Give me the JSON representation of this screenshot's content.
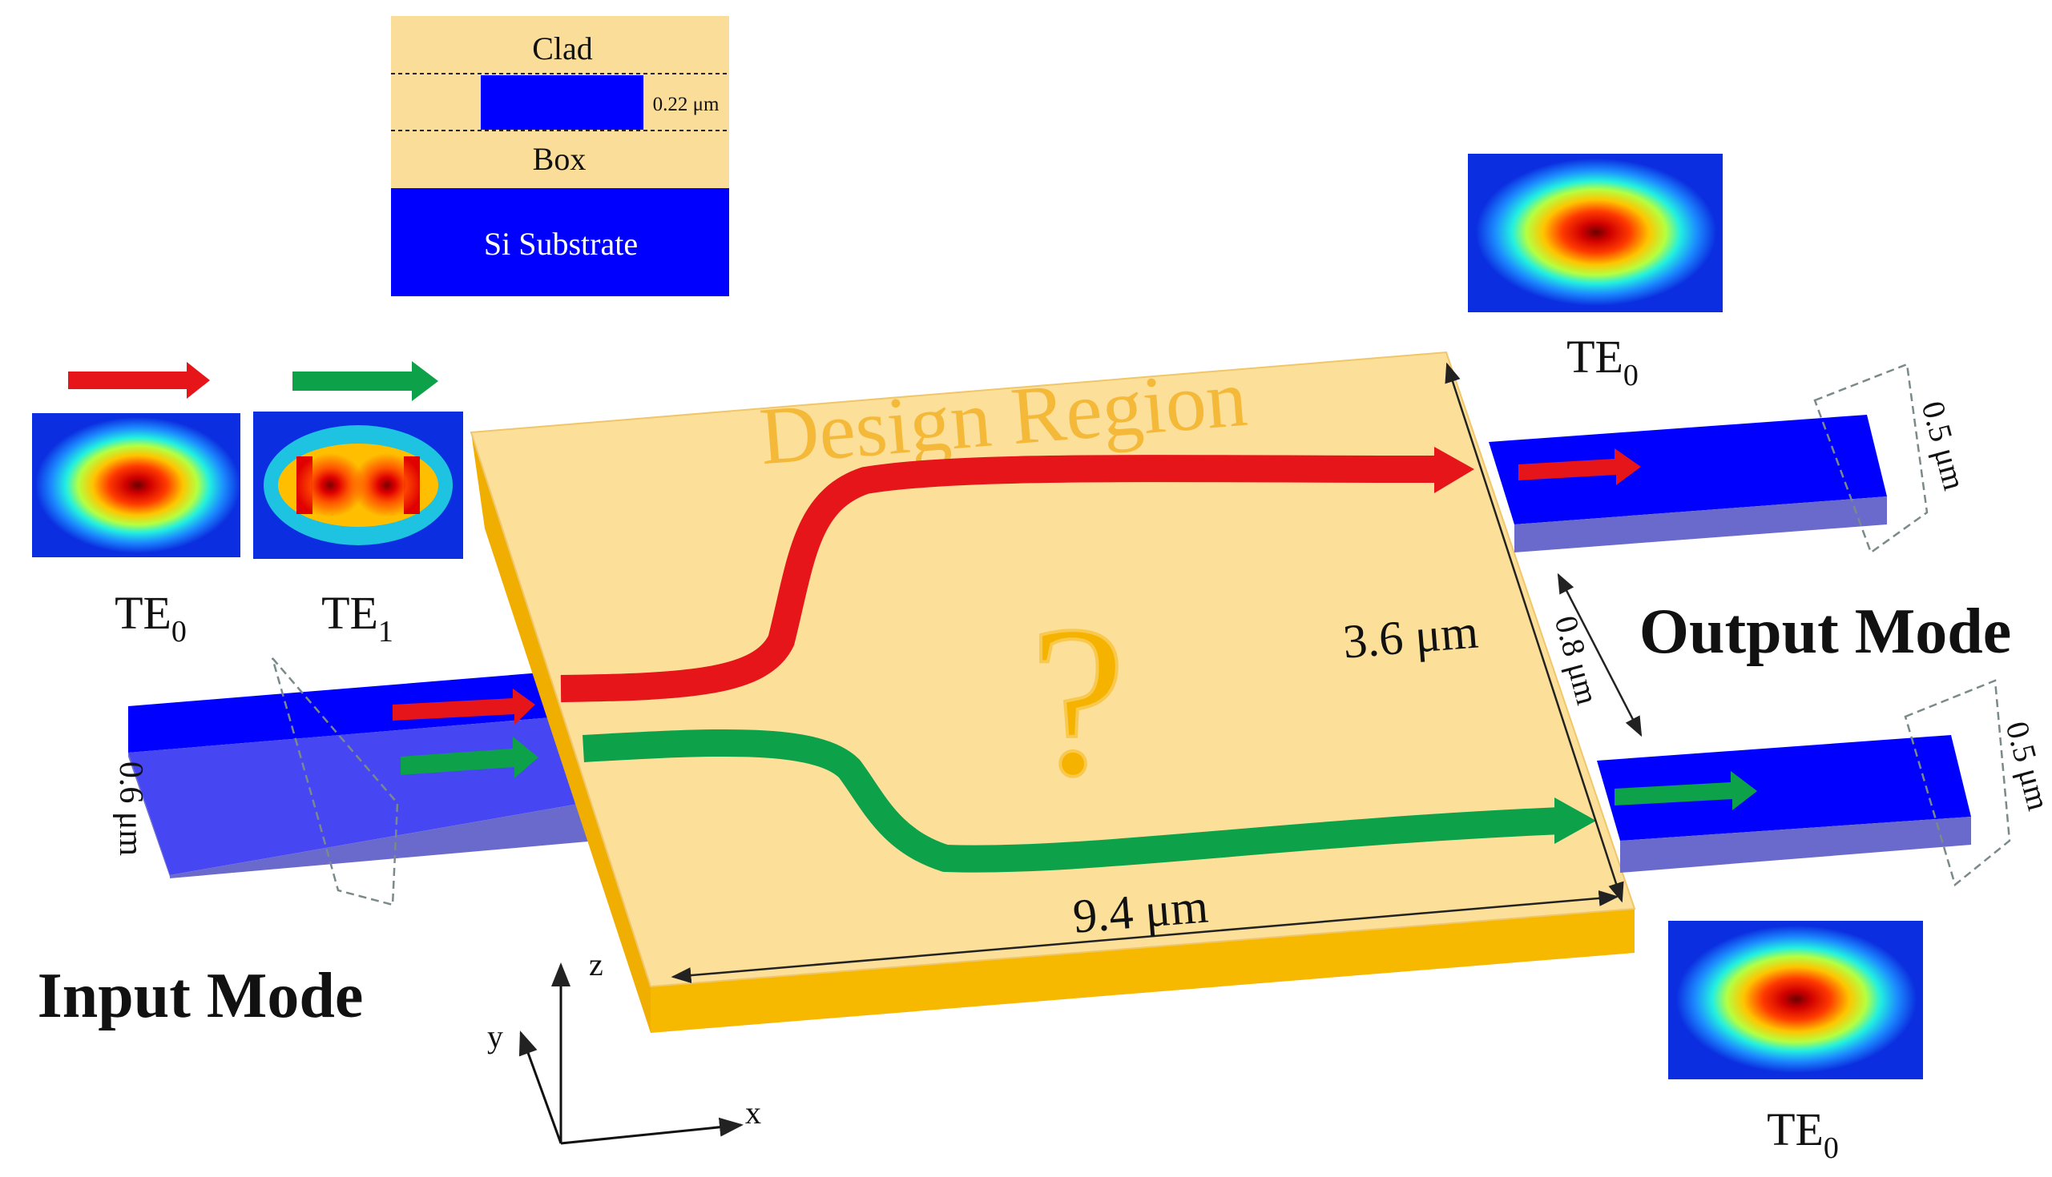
{
  "cross_section": {
    "clad_label": "Clad",
    "thickness_label": "0.22 μm",
    "box_label": "Box",
    "substrate_label": "Si Substrate",
    "colors": {
      "oxide": "#FBDD9A",
      "silicon": "#0000FF"
    }
  },
  "input_modes": [
    {
      "name": "TE",
      "subscript": "0",
      "arrow_color": "#E5151A",
      "profile": "single-lobe"
    },
    {
      "name": "TE",
      "subscript": "1",
      "arrow_color": "#0DA14A",
      "profile": "double-lobe"
    }
  ],
  "output_modes": [
    {
      "name": "TE",
      "subscript": "0",
      "arrow_color": "#E5151A",
      "profile": "single-lobe"
    },
    {
      "name": "TE",
      "subscript": "0",
      "arrow_color": "#0DA14A",
      "profile": "single-lobe"
    }
  ],
  "design_region": {
    "title": "Design Region",
    "question_mark": "?",
    "length_label": "9.4 μm",
    "width_label": "3.6 μm",
    "colors": {
      "top": "#FCE099",
      "side": "#F7B800",
      "title": "#F5B93A"
    }
  },
  "waveguides": {
    "input_width_label": "0.6 μm",
    "output_width_label": "0.5 μm",
    "gap_label": "0.8 μm",
    "colors": {
      "top": "#3F3FF0",
      "side": "#6A6ACC"
    }
  },
  "labels": {
    "input_mode": "Input Mode",
    "output_mode": "Output Mode"
  },
  "axes": {
    "x": "x",
    "y": "y",
    "z": "z"
  }
}
